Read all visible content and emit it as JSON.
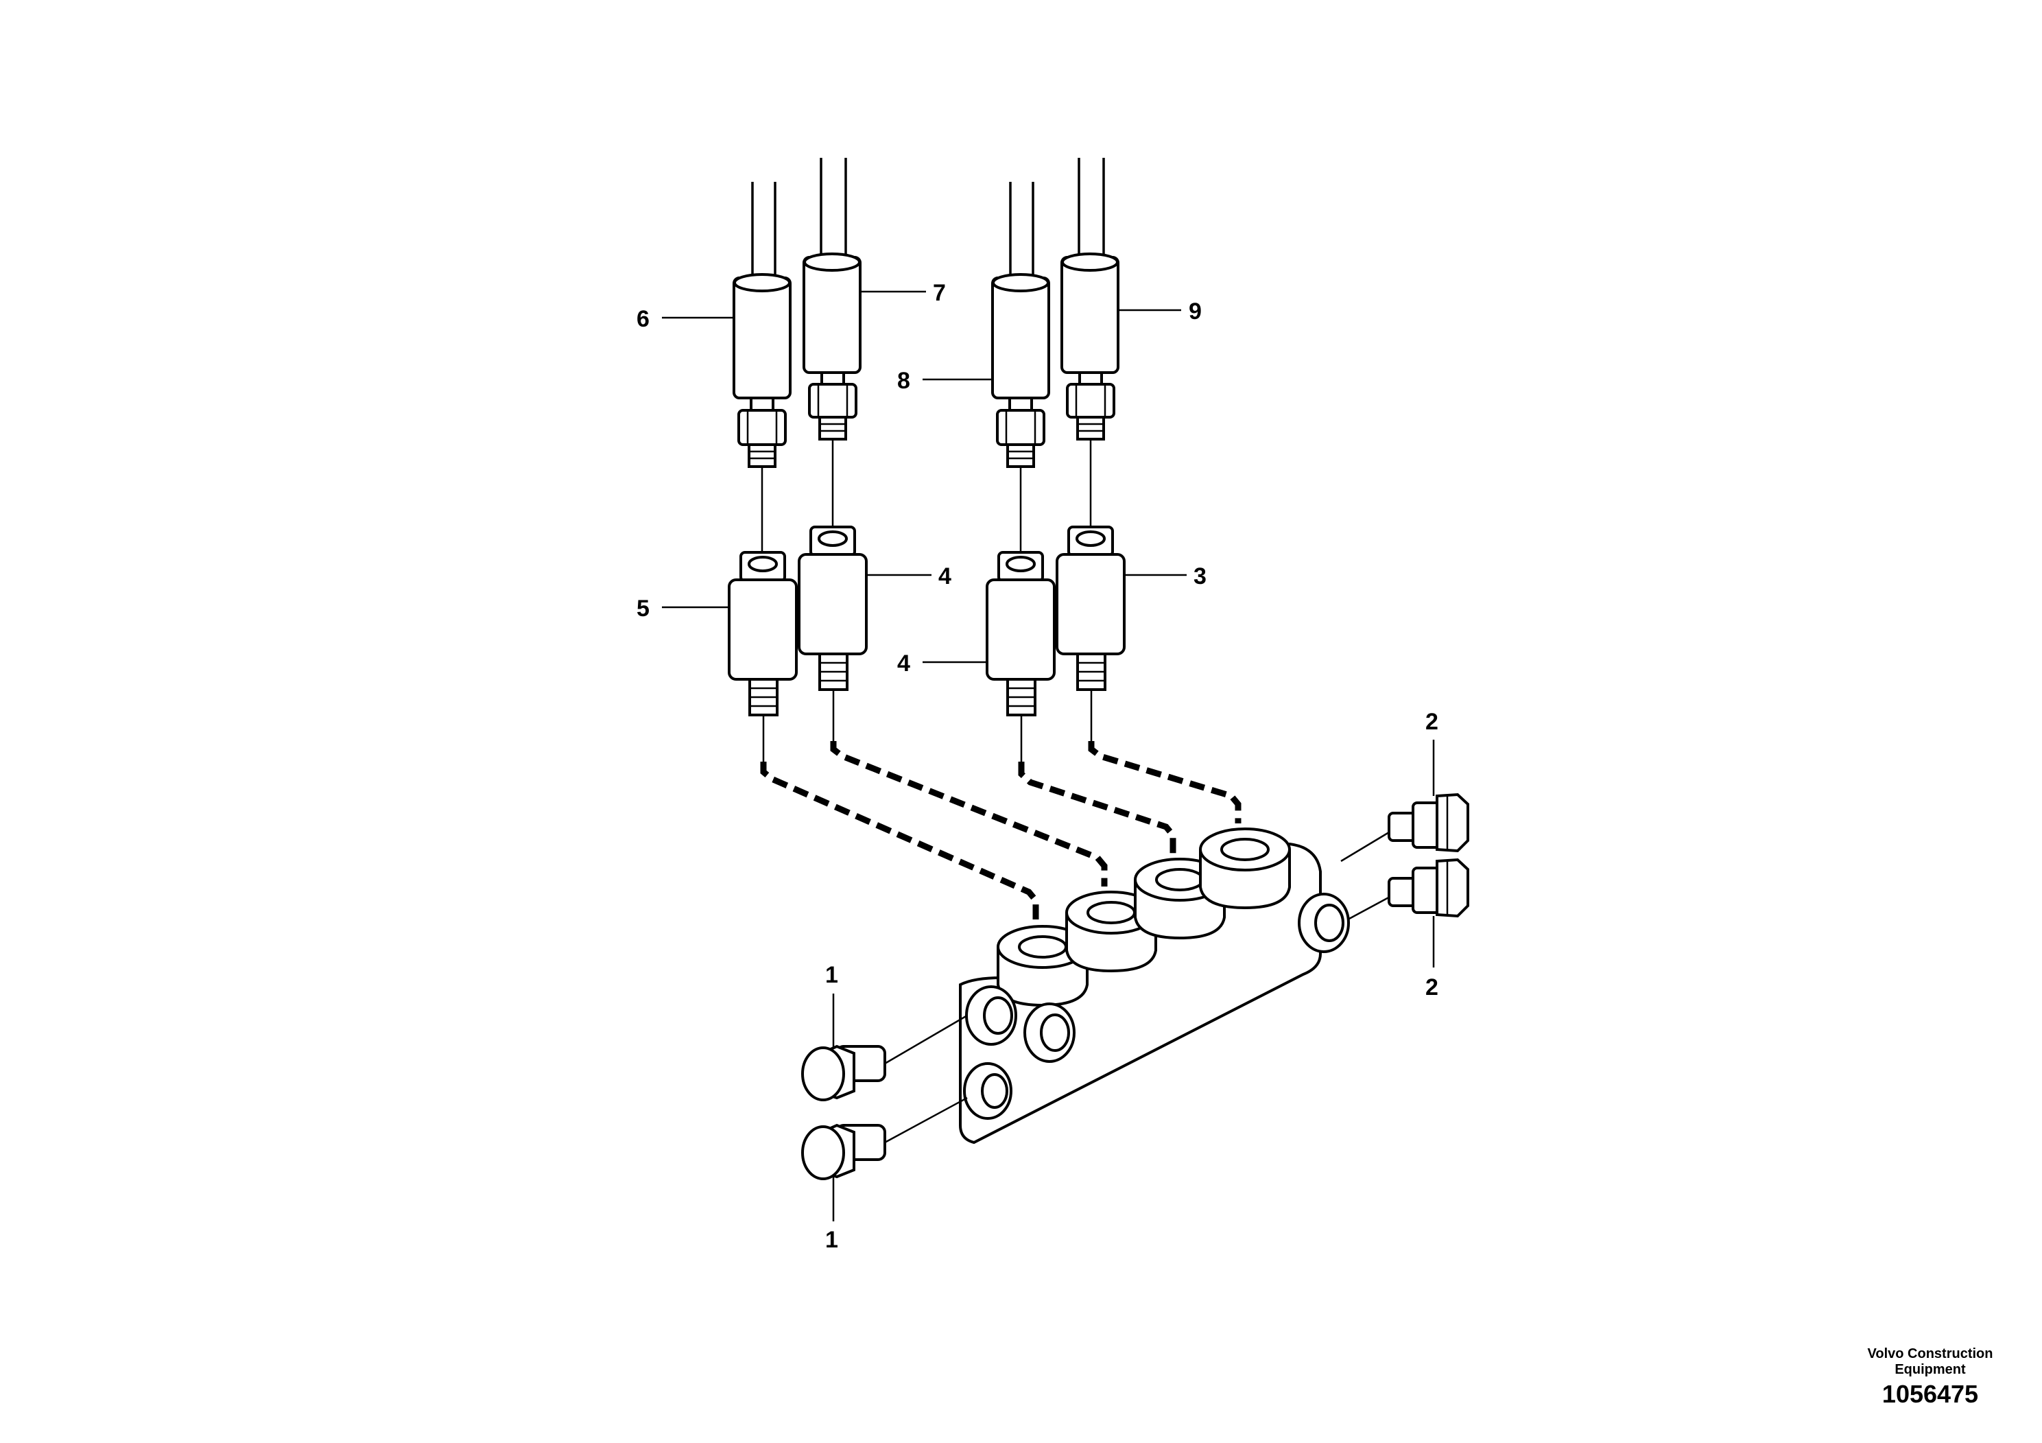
{
  "callouts": {
    "c1_top": "1",
    "c1_bottom": "1",
    "c2_top": "2",
    "c2_bottom": "2",
    "c3": "3",
    "c4_upper": "4",
    "c4_lower": "4",
    "c5": "5",
    "c6": "6",
    "c7": "7",
    "c8": "8",
    "c9": "9"
  },
  "credit": {
    "company_line1": "Volvo Construction",
    "company_line2": "Equipment",
    "drawing_number": "1056475"
  }
}
